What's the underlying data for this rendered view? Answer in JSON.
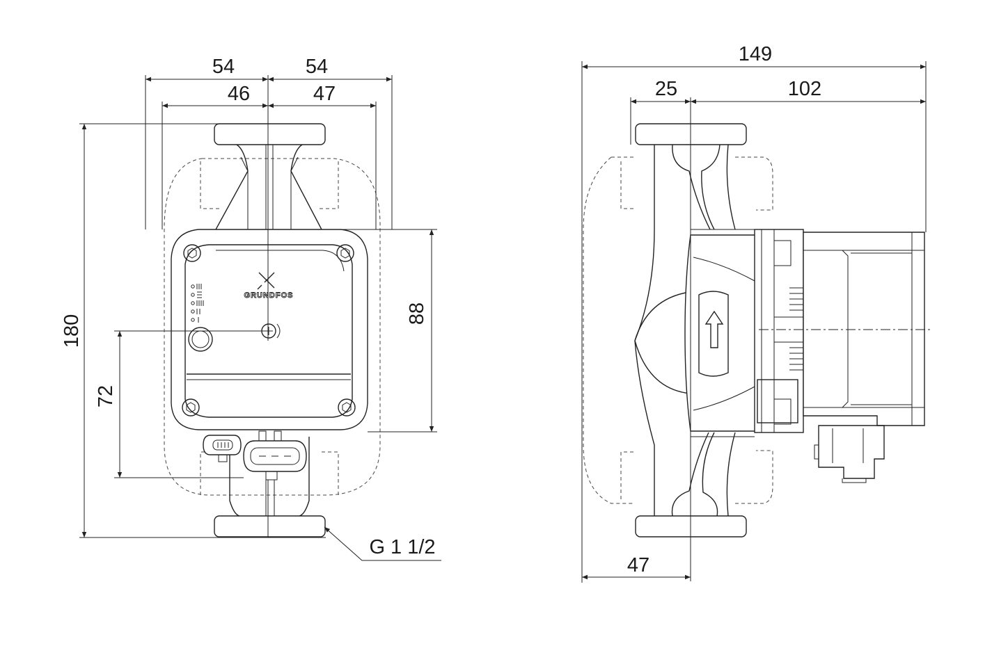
{
  "front_view": {
    "dims": {
      "left_outer": "54",
      "right_outer": "54",
      "left_inner": "46",
      "right_inner": "47",
      "total_height": "180",
      "lower_height": "72",
      "box_height": "88"
    },
    "thread_label": "G 1 1/2",
    "logo_text": "GRUNDFOS"
  },
  "side_view": {
    "dims": {
      "total_length": "149",
      "pipe_offset": "25",
      "motor_length": "102",
      "bottom_offset": "47"
    }
  },
  "colors": {
    "line": "#222222",
    "background": "#ffffff"
  }
}
